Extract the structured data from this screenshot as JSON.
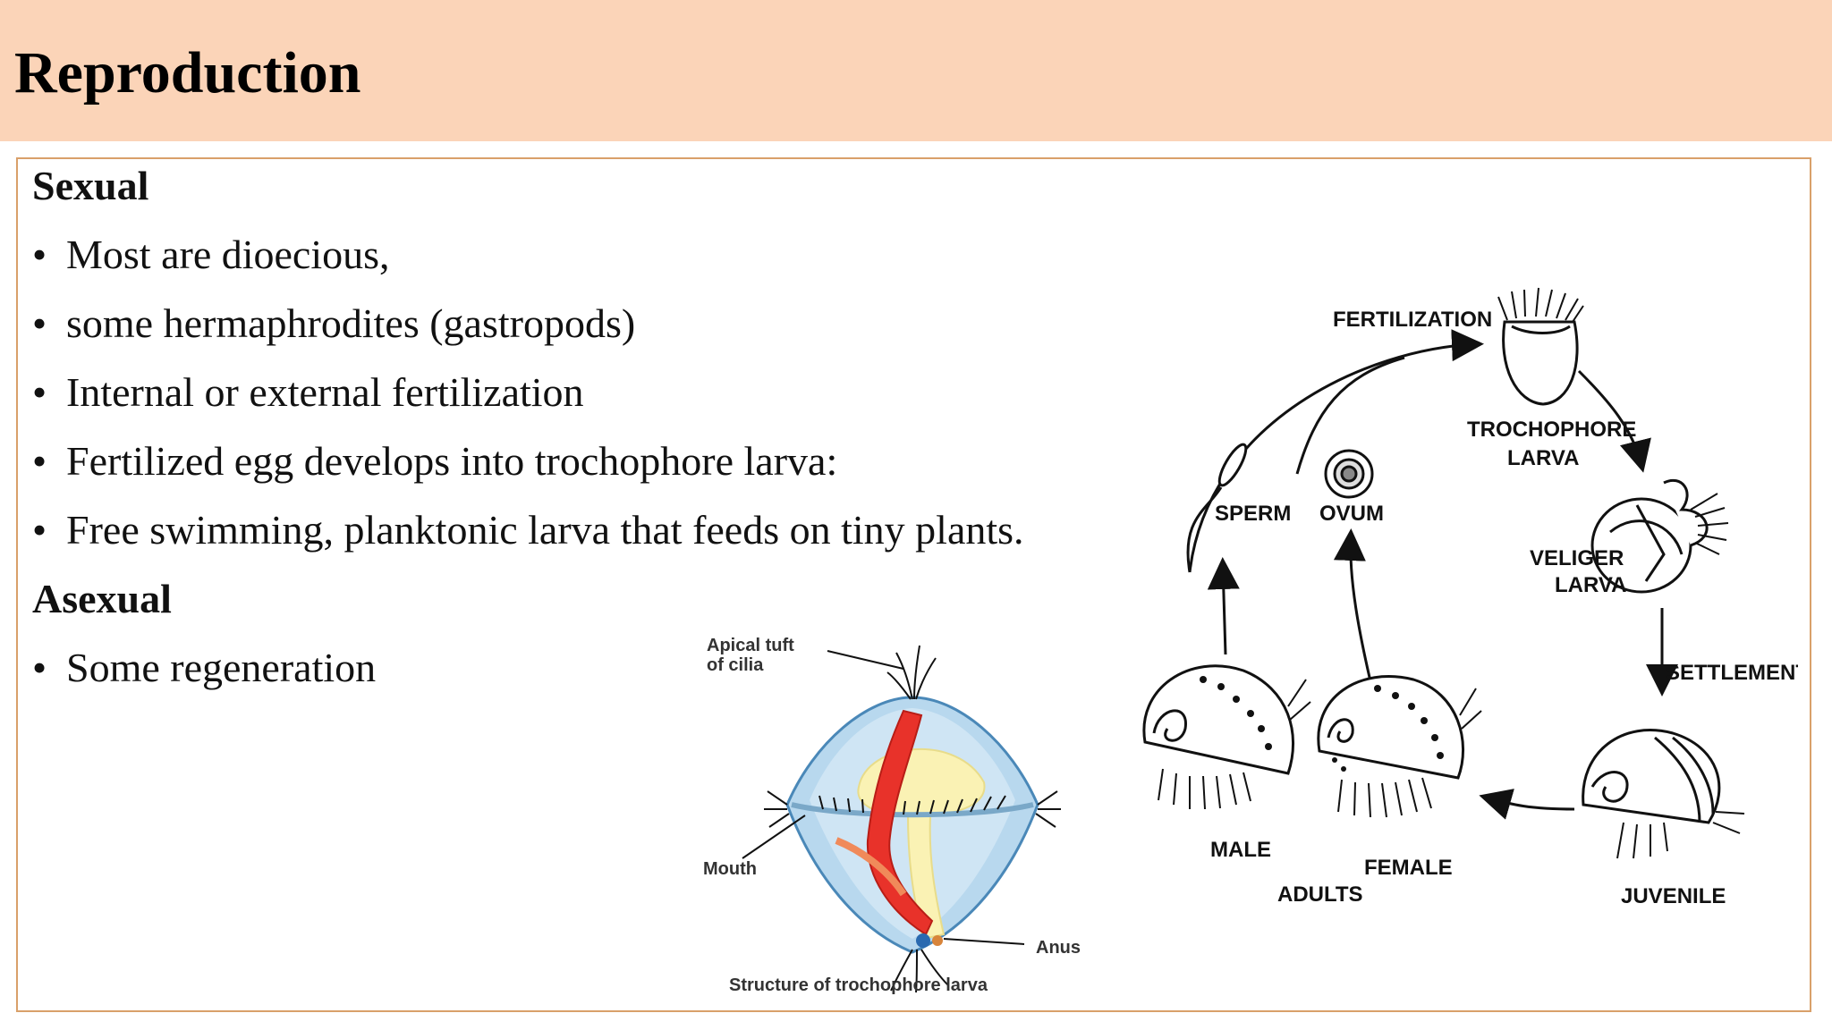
{
  "slide": {
    "title": "Reproduction",
    "sections": {
      "sexual_heading": "Sexual",
      "sexual_bullets": [
        "Most are dioecious,",
        "some hermaphrodites (gastropods)",
        "Internal or external fertilization",
        "Fertilized egg develops into trochophore larva:",
        "Free swimming, planktonic larva that feeds on tiny plants."
      ],
      "asexual_heading": "Asexual",
      "asexual_bullets": [
        "Some regeneration"
      ]
    }
  },
  "lifecycle_diagram": {
    "labels": {
      "fertilization": "FERTILIZATION",
      "trochophore_1": "TROCHOPHORE",
      "trochophore_2": "LARVA",
      "veliger_1": "VELIGER",
      "veliger_2": "LARVA",
      "settlement": "SETTLEMENT",
      "juvenile": "JUVENILE",
      "female": "FEMALE",
      "male": "MALE",
      "adults": "ADULTS",
      "sperm": "SPERM",
      "ovum": "OVUM"
    }
  },
  "trochophore_diagram": {
    "labels": {
      "apical_1": "Apical tuft",
      "apical_2": "of cilia",
      "mouth": "Mouth",
      "anus": "Anus",
      "caption": "Structure of trochophore larva"
    }
  },
  "colors": {
    "header_band": "#fbd4b8",
    "content_border": "#d9a06a"
  }
}
